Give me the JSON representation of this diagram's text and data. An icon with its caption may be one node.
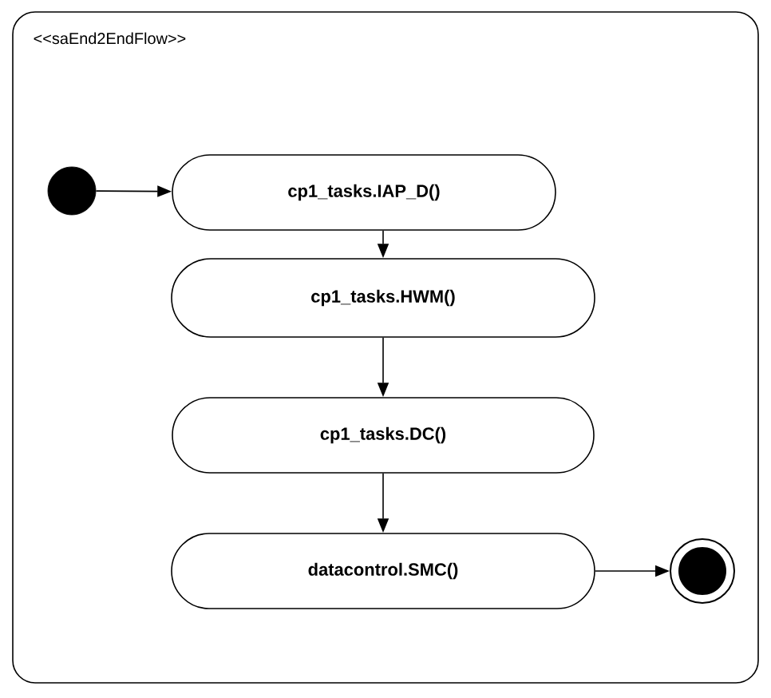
{
  "diagram": {
    "nodes": [
      {
        "text": [
          "<<saEnd2EndFlow>>"
        ]
      },
      {
        "text": [],
        "shape": "circle",
        "in": 0
      },
      {
        "text": [
          "cp1_tasks.IAP_D()"
        ],
        "in": 0
      },
      {
        "text": [
          "cp1_tasks.HWM()"
        ],
        "in": 0
      },
      {
        "text": [
          "cp1_tasks.DC()"
        ],
        "in": 0
      },
      {
        "text": [
          "datacontrol.SMC()"
        ],
        "in": 0
      },
      {
        "text": [],
        "shape": "final-state",
        "in": 0
      }
    ],
    "edges": [
      {
        "from": 1,
        "to": 2,
        "arrow": "to"
      },
      {
        "from": 2,
        "to": 3,
        "arrow": "to"
      },
      {
        "from": 3,
        "to": 4,
        "arrow": "to"
      },
      {
        "from": 4,
        "to": 5,
        "arrow": "to"
      },
      {
        "from": 5,
        "to": 6,
        "arrow": "to"
      }
    ]
  }
}
